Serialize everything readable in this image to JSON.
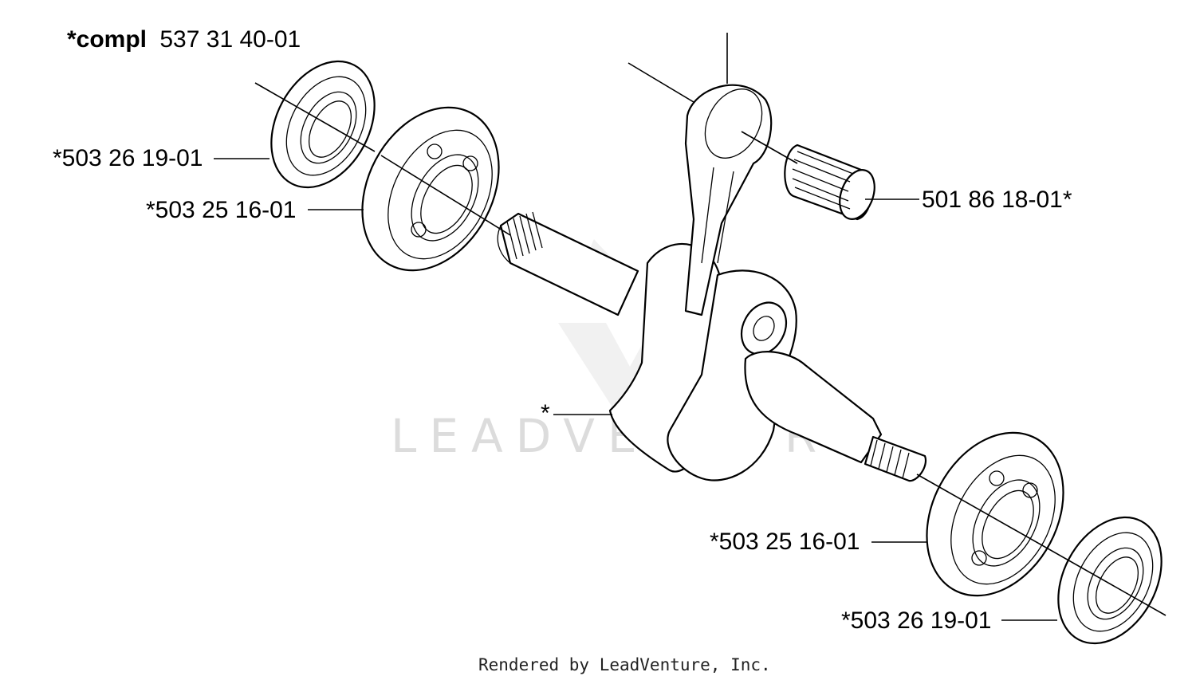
{
  "diagram": {
    "assembly_label_bold": "*compl",
    "assembly_label_number": "537 31 40-01",
    "callouts": {
      "seal_top": "*503 26 19-01",
      "bearing_top": "*503 25 16-01",
      "needle_bearing": "501 86 18-01*",
      "crankshaft": "*",
      "bearing_bottom": "*503 25 16-01",
      "seal_bottom": "*503 26 19-01"
    },
    "watermark": "LEADVENTURE",
    "footer": "Rendered by LeadVenture, Inc."
  }
}
